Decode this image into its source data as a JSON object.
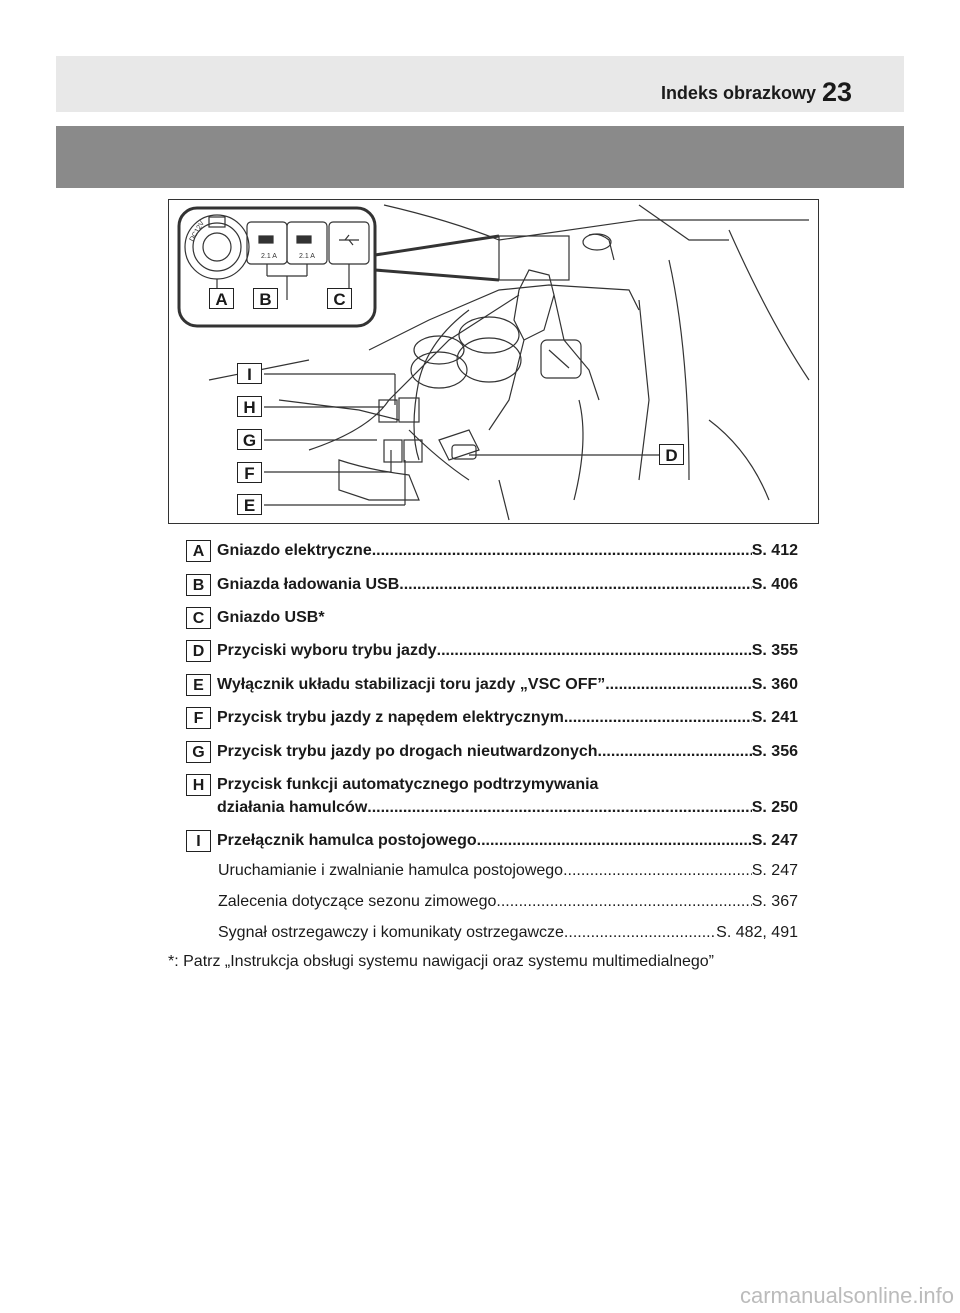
{
  "header": {
    "title": "Indeks obrazkowy",
    "page_number": "23"
  },
  "figure": {
    "callouts": [
      "A",
      "B",
      "C",
      "D",
      "E",
      "F",
      "G",
      "H",
      "I"
    ],
    "usb_label_1": "2.1 A",
    "usb_label_2": "2.1 A",
    "socket_text": "DC12V"
  },
  "entries": [
    {
      "key": "A",
      "text": "Gniazdo elektryczne",
      "page": "S. 412"
    },
    {
      "key": "B",
      "text": "Gniazda ładowania USB",
      "page": "S. 406"
    },
    {
      "key": "C",
      "text": "Gniazdo USB*",
      "page": ""
    },
    {
      "key": "D",
      "text": "Przyciski wyboru trybu jazdy",
      "page": "S. 355"
    },
    {
      "key": "E",
      "text": "Wyłącznik układu stabilizacji toru jazdy „VSC OFF”",
      "page": "S. 360"
    },
    {
      "key": "F",
      "text": "Przycisk trybu jazdy z napędem elektrycznym",
      "page": "S. 241"
    },
    {
      "key": "G",
      "text": "Przycisk trybu jazdy po drogach nieutwardzonych",
      "page": "S. 356"
    },
    {
      "key": "H",
      "text_line1": "Przycisk funkcji automatycznego podtrzymywania",
      "text": "działania hamulców",
      "page": "S. 250"
    },
    {
      "key": "I",
      "text": "Przełącznik hamulca postojowego",
      "page": "S. 247"
    }
  ],
  "subentries": [
    {
      "text": "Uruchamianie i zwalnianie hamulca postojowego",
      "page": "S. 247"
    },
    {
      "text": "Zalecenia dotyczące sezonu zimowego",
      "page": "S. 367"
    },
    {
      "text": "Sygnał ostrzegawczy i komunikaty ostrzegawcze",
      "page": "S. 482, 491"
    }
  ],
  "footnote": "*: Patrz „Instrukcja obsługi systemu nawigacji oraz systemu multimedialnego”",
  "watermark": "carmanualsonline.info"
}
